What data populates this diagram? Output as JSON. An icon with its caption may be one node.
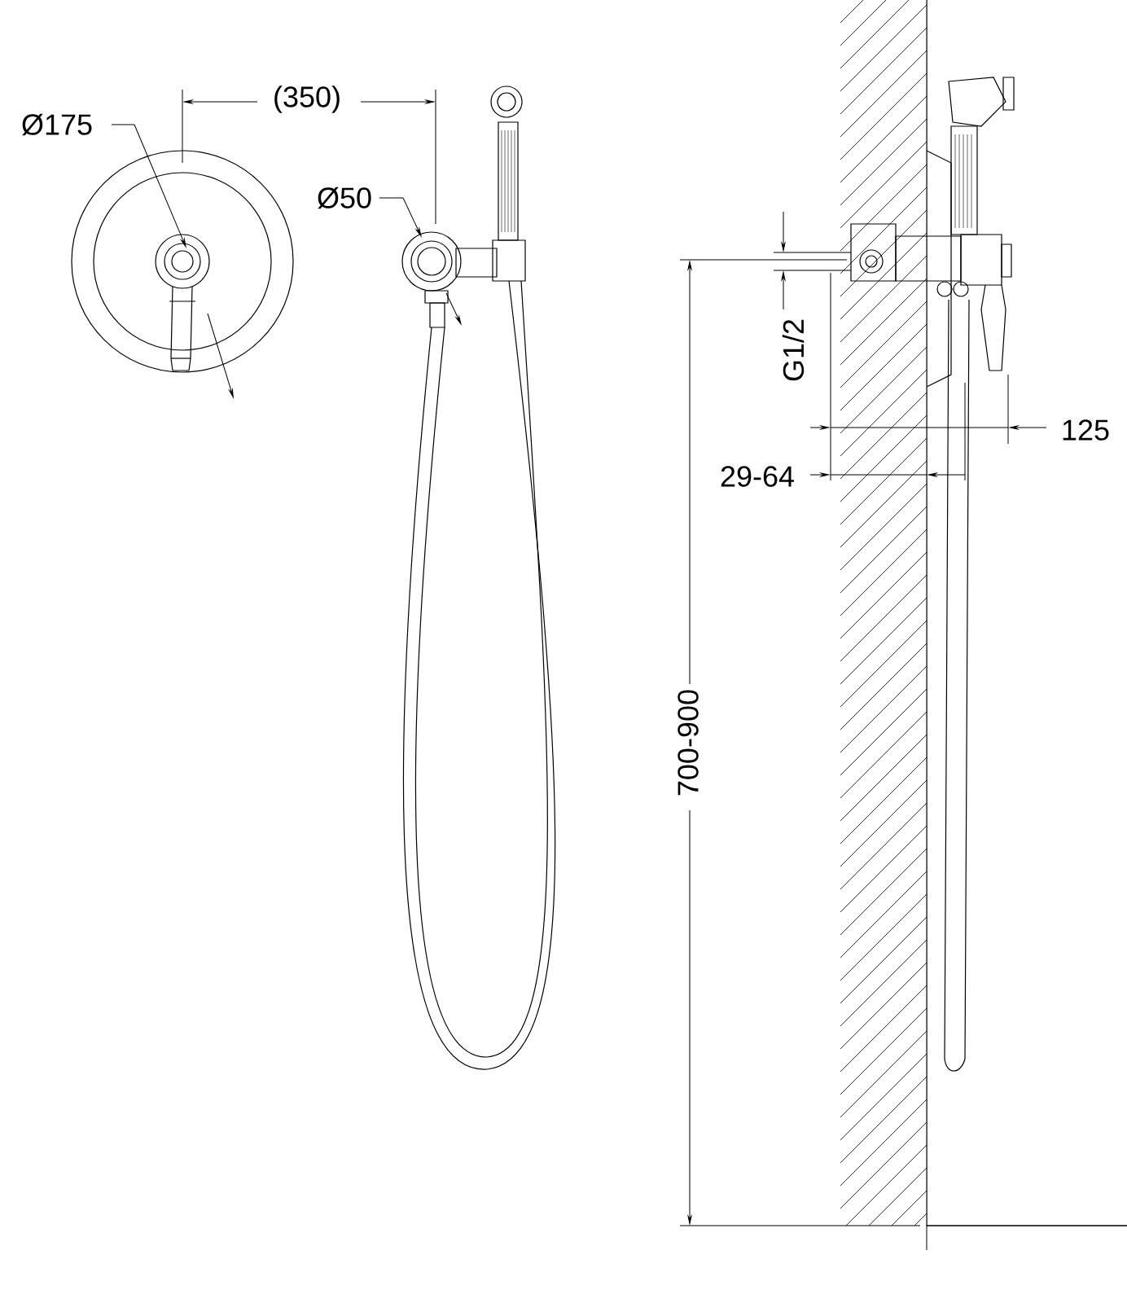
{
  "diagram": {
    "labels": [
      "Ø175",
      "(350)",
      "Ø50",
      "G1/2",
      "125",
      "29-64",
      "700-900"
    ]
  }
}
